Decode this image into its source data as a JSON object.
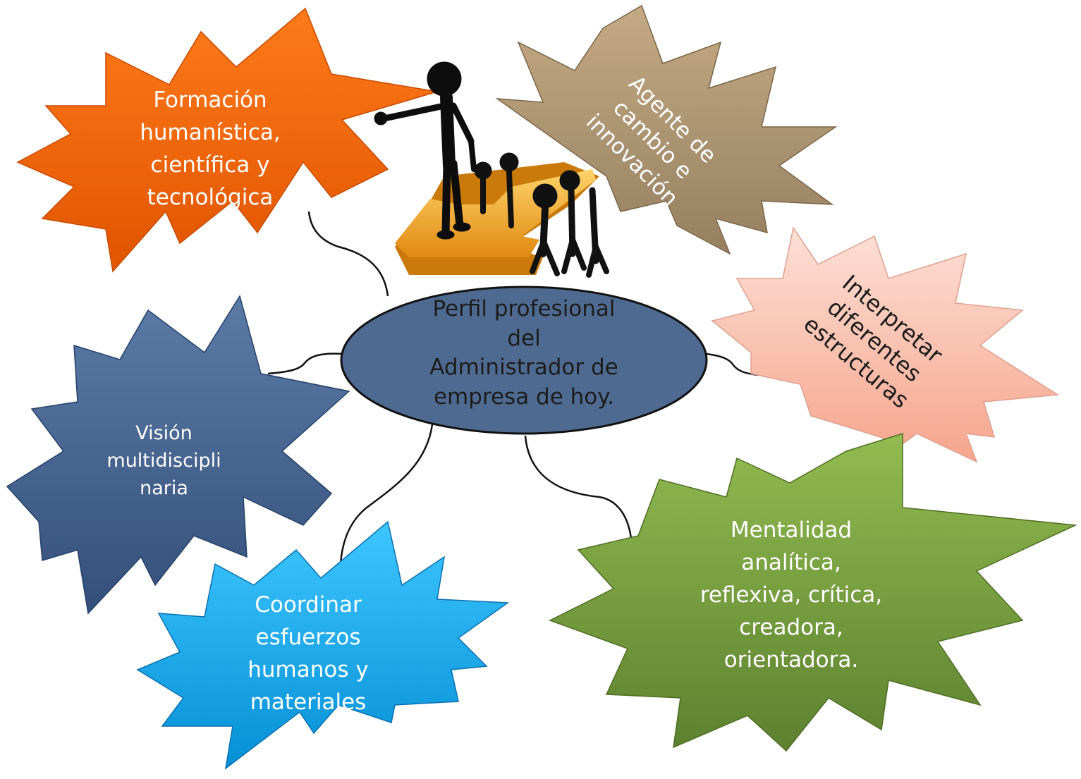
{
  "center": {
    "lines": [
      "Perfil  profesional",
      "del",
      "Administrador de",
      "empresa de hoy."
    ],
    "color": "#4f6a90"
  },
  "bursts": [
    {
      "id": "formacion",
      "color_light": "#ff7a1a",
      "color_dark": "#e05500",
      "lines": [
        "Formación",
        "humanística,",
        "científica y",
        "tecnológica"
      ]
    },
    {
      "id": "agente",
      "color_light": "#c4aa84",
      "color_dark": "#958060",
      "lines": [
        "Agente de",
        "cambio e",
        "innovación"
      ]
    },
    {
      "id": "interpretar",
      "color_light": "#fde0d6",
      "color_dark": "#f6a58c",
      "lines": [
        "Interpretar",
        "diferentes",
        "estructuras"
      ]
    },
    {
      "id": "mentalidad",
      "color_light": "#92bb50",
      "color_dark": "#5d8130",
      "lines": [
        "Mentalidad",
        "analítica,",
        "reflexiva, crítica,",
        "creadora,",
        "orientadora."
      ]
    },
    {
      "id": "coordinar",
      "color_light": "#3ec6ff",
      "color_dark": "#0590d6",
      "lines": [
        "Coordinar",
        "esfuerzos",
        "humanos y",
        "materiales"
      ]
    },
    {
      "id": "vision",
      "color_light": "#5b7ba6",
      "color_dark": "#34507a",
      "lines": [
        "Visión",
        "multidiscipli",
        "naria"
      ]
    }
  ],
  "illustration": {
    "name": "leader-figure-with-arrow",
    "arrow_color": "#f5a623",
    "figure_color": "#111111"
  }
}
